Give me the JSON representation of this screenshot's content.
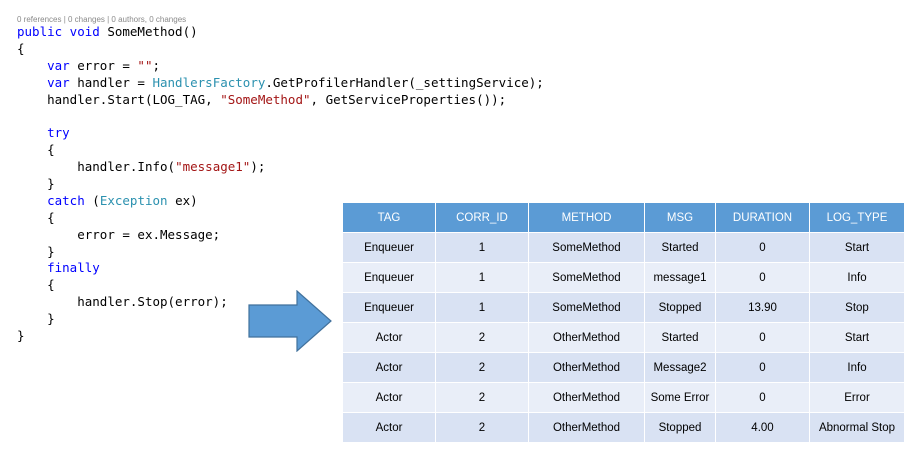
{
  "codelens": "0 references | 0 changes | 0 authors, 0 changes",
  "code": {
    "l1_kw": "public void",
    "l1_rest": " SomeMethod()",
    "open_brace": "{",
    "close_brace": "}",
    "var": "var",
    "l3_mid": " error = ",
    "l3_str": "\"\"",
    "semicolon": ";",
    "l4_mid": " handler = ",
    "l4_type": "HandlersFactory",
    "l4_rest": ".GetProfilerHandler(_settingService);",
    "l5_a": "handler.Start(LOG_TAG, ",
    "l5_str": "\"SomeMethod\"",
    "l5_b": ", GetServiceProperties());",
    "try": "try",
    "l9_a": "handler.Info(",
    "l9_str": "\"message1\"",
    "l9_b": ");",
    "catch": "catch",
    "catch_open": " (",
    "exception_type": "Exception",
    "catch_rest": " ex)",
    "l13": "error = ex.Message;",
    "finally": "finally",
    "l17": "handler.Stop(error);"
  },
  "table": {
    "headers": [
      "TAG",
      "CORR_ID",
      "METHOD",
      "MSG",
      "DURATION",
      "LOG_TYPE"
    ],
    "rows": [
      [
        "Enqueuer",
        "1",
        "SomeMethod",
        "Started",
        "0",
        "Start"
      ],
      [
        "Enqueuer",
        "1",
        "SomeMethod",
        "message1",
        "0",
        "Info"
      ],
      [
        "Enqueuer",
        "1",
        "SomeMethod",
        "Stopped",
        "13.90",
        "Stop"
      ],
      [
        "Actor",
        "2",
        "OtherMethod",
        "Started",
        "0",
        "Start"
      ],
      [
        "Actor",
        "2",
        "OtherMethod",
        "Message2",
        "0",
        "Info"
      ],
      [
        "Actor",
        "2",
        "OtherMethod",
        "Some Error",
        "0",
        "Error"
      ],
      [
        "Actor",
        "2",
        "OtherMethod",
        "Stopped",
        "4.00",
        "Abnormal Stop"
      ]
    ]
  },
  "colors": {
    "keyword": "#0000ff",
    "type": "#2b91af",
    "string": "#a31515",
    "header_bg": "#5b9bd5",
    "row_odd": "#d9e2f3",
    "row_even": "#e9eef8",
    "arrow_fill": "#5b9bd5",
    "arrow_stroke": "#41719c"
  },
  "arrow_icon": "right-arrow-icon"
}
